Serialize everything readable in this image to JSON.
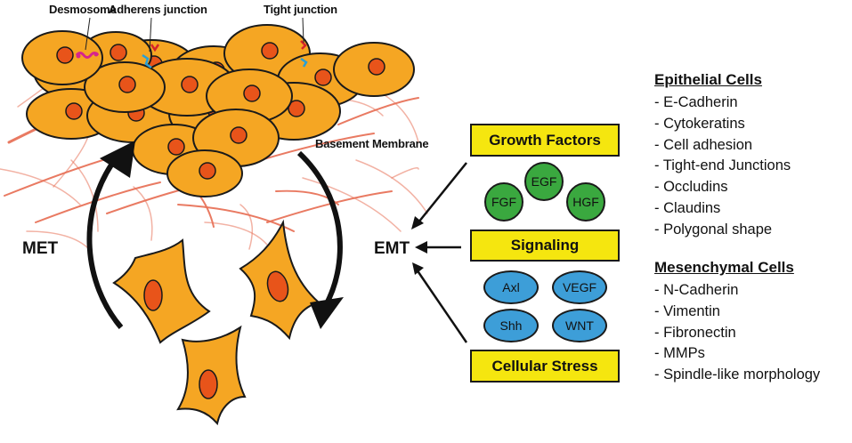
{
  "labels": {
    "desmosome": "Desmosome",
    "adherens_junction": "Adherens junction",
    "tight_junction": "Tight junction",
    "basement_membrane": "Basement Membrane",
    "met": "MET",
    "emt": "EMT"
  },
  "boxes": {
    "growth_factors": "Growth Factors",
    "signaling": "Signaling",
    "cellular_stress": "Cellular Stress"
  },
  "growth_factor_bubbles": [
    "EGF",
    "FGF",
    "HGF"
  ],
  "signaling_bubbles": [
    "Axl",
    "VEGF",
    "Shh",
    "WNT"
  ],
  "epithelial": {
    "title": "Epithelial Cells",
    "items": [
      "- E-Cadherin",
      "- Cytokeratins",
      "- Cell adhesion",
      "- Tight-end Junctions",
      "- Occludins",
      "- Claudins",
      "- Polygonal shape"
    ]
  },
  "mesenchymal": {
    "title": "Mesenchymal Cells",
    "items": [
      "- N-Cadherin",
      "- Vimentin",
      "- Fibronectin",
      "- MMPs",
      "- Spindle-like morphology"
    ]
  },
  "colors": {
    "cell_fill": "#f5a623",
    "nucleus_fill": "#e8541a",
    "box_fill": "#f5e60f",
    "green_bubble": "#3aa83f",
    "blue_bubble": "#3d9ed8",
    "fiber": "#e8735a"
  }
}
